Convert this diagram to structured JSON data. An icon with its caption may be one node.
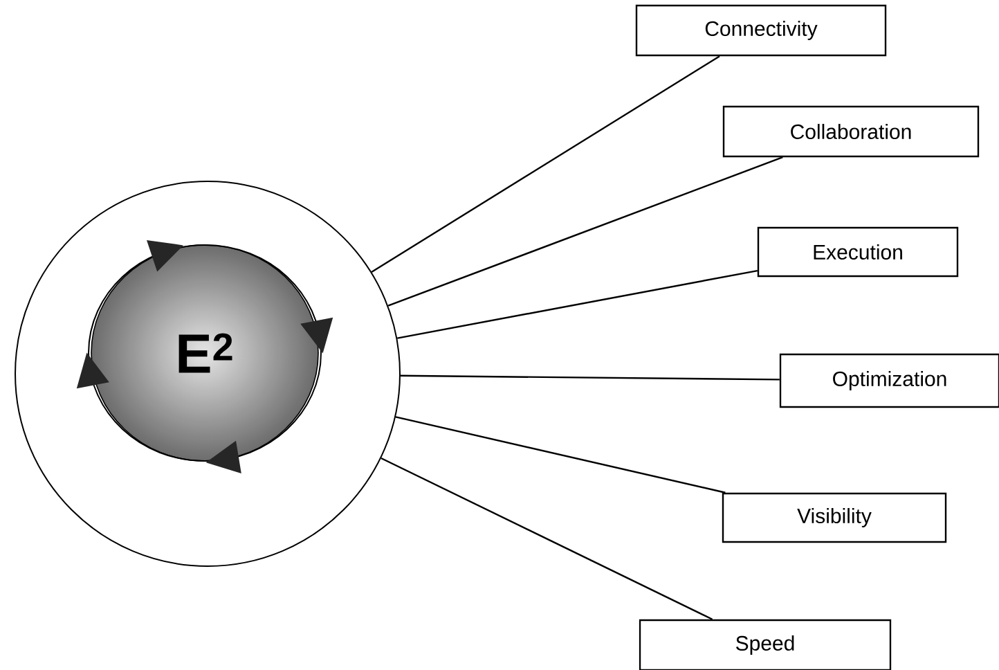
{
  "diagram": {
    "nodes": [
      {
        "text": [],
        "shape": "circle"
      },
      {
        "text": [
          "E$^{2}$"
        ],
        "in": 0
      },
      {
        "text": [
          "Connectivity"
        ]
      },
      {
        "text": [
          "Collaboration"
        ]
      },
      {
        "text": [
          "Execution"
        ]
      },
      {
        "text": [
          "Optimization"
        ]
      },
      {
        "text": [
          "Visibility"
        ]
      },
      {
        "text": [
          "Speed"
        ]
      }
    ],
    "edges": [
      {
        "from": 0,
        "to": 2,
        "arrow": "none"
      },
      {
        "from": 0,
        "to": 3,
        "arrow": "none"
      },
      {
        "from": 0,
        "to": 4,
        "arrow": "none"
      },
      {
        "from": 0,
        "to": 5,
        "arrow": "none"
      },
      {
        "from": 0,
        "to": 6,
        "arrow": "none"
      },
      {
        "from": 0,
        "to": 7,
        "arrow": "none"
      }
    ]
  }
}
